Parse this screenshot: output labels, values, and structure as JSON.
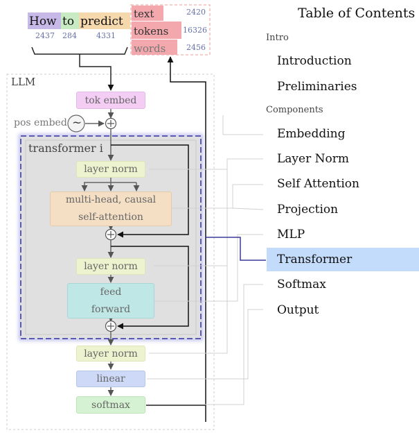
{
  "tokens": [
    {
      "text": "How",
      "id": "2437",
      "color": "#c6b9e8"
    },
    {
      "text": "to",
      "id": "284",
      "color": "#c9ebc4"
    },
    {
      "text": "predict",
      "id": "4331",
      "color": "#f6d8ad"
    }
  ],
  "vocab": [
    {
      "word": "text",
      "id": "2420"
    },
    {
      "word": "tokens",
      "id": "16326"
    },
    {
      "word": "words",
      "id": "2456"
    }
  ],
  "llm_label": "LLM",
  "transformer_label": "transformer i",
  "pos_embed_label": "pos embed",
  "pos_symbol": "~",
  "blocks": {
    "tok_embed": "tok embed",
    "layer_norm_1": "layer norm",
    "attention_line1": "multi-head, causal",
    "attention_line2": "self-attention",
    "layer_norm_2": "layer norm",
    "ffn_line1": "feed",
    "ffn_line2": "forward",
    "layer_norm_final": "layer norm",
    "linear": "linear",
    "softmax": "softmax"
  },
  "colors": {
    "tok_embed": "#f3cdf3",
    "layer_norm": "#eef3cf",
    "attention": "#f4dfc5",
    "ffn": "#bfe7e6",
    "linear": "#cdd9f6",
    "softmax": "#d5f3d2",
    "vocab_highlight": "#f2a8ad",
    "toc_active": "#c4dcfb",
    "transformer_border": "#5a5ab4"
  },
  "toc": {
    "title": "Table of Contents",
    "sections": [
      {
        "label": "Intro",
        "items": [
          "Introduction",
          "Preliminaries"
        ]
      },
      {
        "label": "Components",
        "items": [
          "Embedding",
          "Layer Norm",
          "Self Attention",
          "Projection",
          "MLP",
          "Transformer",
          "Softmax",
          "Output"
        ]
      }
    ],
    "active": "Transformer"
  }
}
